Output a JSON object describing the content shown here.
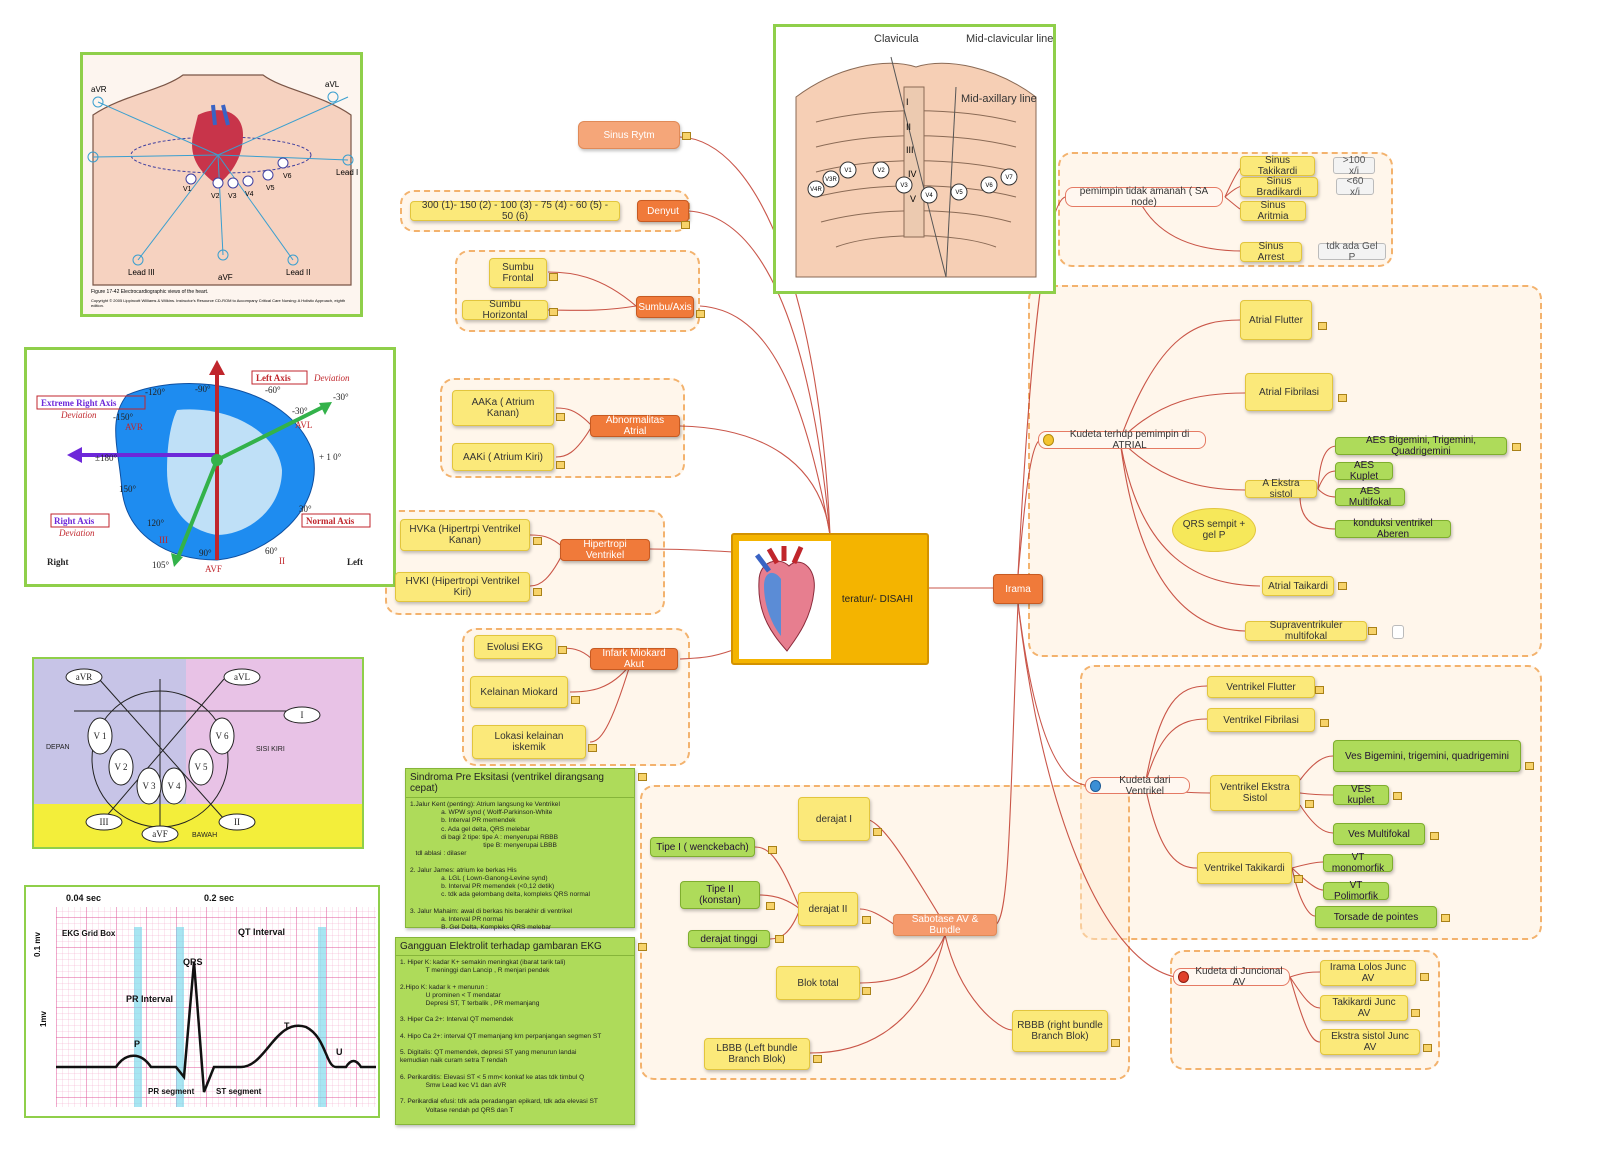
{
  "center": {
    "label": "teratur/- DISAHI"
  },
  "irama": "Irama",
  "left": {
    "sinus": "Sinus Rytm",
    "denyut": {
      "label": "Denyut",
      "value": "300 (1)- 150 (2) - 100 (3) - 75 (4) - 60 (5) - 50 (6)"
    },
    "sumbu": {
      "label": "Sumbu/Axis",
      "frontal": "Sumbu Frontal",
      "horizontal": "Sumbu Horizontal"
    },
    "atrial": {
      "label": "Abnormalitas Atrial",
      "kanan": "AAKa ( Atrium Kanan)",
      "kiri": "AAKi ( Atrium Kiri)"
    },
    "hipertropi": {
      "label": "Hipertropi Ventrikel",
      "kanan": "HVKa (Hipertrpi Ventrikel Kanan)",
      "kiri": "HVKI (Hipertropi Ventrikel Kiri)"
    },
    "infark": {
      "label": "Infark Miokard Akut",
      "evolusi": "Evolusi EKG",
      "kelainan": "Kelainan Miokard",
      "lokasi": "Lokasi kelainan iskemik"
    }
  },
  "sindroma": {
    "title": "Sindroma Pre Eksitasi (ventrikel dirangsang cepat)",
    "body": "1.Jalur Kent (penting): Atrium langsung ke Ventrikel\n                 a. WPW synd ( Wolff-Parkinson-White\n                 b. Interval PR memendek\n                 c. Ada gel delta, QRS melebar\n                 di bagi 2 tipe: tipe A : menyerupai RBBB\n                                        tipe B: menyerupai LBBB\n   tdl ablasi : dilaser\n\n2. Jalur James: atrium ke berkas His\n                 a. LGL ( Lown-Ganong-Levine synd)\n                 b. Interval PR memendek (<0,12 detik)\n                 c. tdk ada gelombang delta, kompleks QRS normal\n\n3. Jalur Mahaim: awal di berkas his berakhir di ventrikel\n                 a. Interval PR normal\n                 B. Gel Delta, Kompleks QRS melebar"
  },
  "elektrolit": {
    "title": "Gangguan Elektrolit terhadap gambaran EKG",
    "body": "1. Hiper K: kadar K+ semakin meningkat (ibarat tarik tali)\n              T meninggi dan Lancip , R menjari pendek\n\n2.Hipo K: kadar k + menurun :\n              U prominen < T mendatar\n              Depresi ST, T terbalik , PR memanjang\n\n3. Hiper Ca 2+: Interval QT memendek\n\n4. Hipo Ca 2+: interval QT memanjang krn perpanjangan segmen ST\n\n5. Digitalis: QT memendek, depresi ST yang menurun landai\nkemudian naik curam setra T rendah\n\n6. Perikarditis: Elevasi ST < 5 mm< konkaf ke atas tdk timbul Q\n              Smw Lead kec V1 dan aVR\n\n7. Perikardial efusi: tdk ada peradangan epikard, tdk ada elevasi ST\n              Voltase rendah pd QRS dan T"
  },
  "sa": {
    "label": "pemimpin tidak amanah ( SA node)",
    "takikardi": "Sinus Takikardi",
    "takikardi_val": ">100 x/i",
    "bradikardi": "Sinus Bradikardi",
    "bradikardi_val": "<60 x/i",
    "aritmia": "Sinus Aritmia",
    "arrest": "Sinus Arrest",
    "arrest_val": "tdk ada Gel P"
  },
  "atrial_coup": {
    "label": "Kudeta terhdp pemimpin di ATRIAL",
    "flutter": "Atrial Flutter",
    "fibrilasi": "Atrial Fibrilasi",
    "ekstra": "A Ekstra sistol",
    "callout": "QRS sempit + gel P",
    "aes1": "AES Bigemini, Trigemini, Quadrigemini",
    "aes2": "AES Kuplet",
    "aes3": "AES Multifokal",
    "aes4": "konduksi ventrikel Aberen",
    "takikardi": "Atrial Taikardi",
    "supra": "Supraventrikuler multifokal"
  },
  "ventrikel_coup": {
    "label": "Kudeta dari Ventrikel",
    "flutter": "Ventrikel Flutter",
    "fibrilasi": "Ventrikel Fibrilasi",
    "ekstra": "Ventrikel Ekstra Sistol",
    "ves1": "Ves Bigemini, trigemini, quadrigemini",
    "ves2": "VES kuplet",
    "ves3": "Ves Multifokal",
    "takikardi": "Ventrikel Takikardi",
    "vt1": "VT monomorfik",
    "vt2": "VT Polimorfik",
    "vt3": "Torsade de pointes"
  },
  "junctional": {
    "label": "Kudeta di Juncional AV",
    "j1": "Irama Lolos Junc AV",
    "j2": "Takikardi Junc AV",
    "j3": "Ekstra sistol Junc AV"
  },
  "av": {
    "label": "Sabotase AV & Bundle",
    "derajat1": "derajat I",
    "derajat2": "derajat II",
    "tipe1": "Tipe I ( wenckebach)",
    "tipe2": "Tipe II (konstan)",
    "tinggi": "derajat tinggi",
    "total": "Blok total",
    "rbbb": "RBBB (right bundle Branch Blok)",
    "lbbb": "LBBB (Left bundle Branch Blok)"
  },
  "img1": {
    "avr": "aVR",
    "avl": "aVL",
    "leadi": "Lead I",
    "leadii": "Lead II",
    "leadiii": "Lead III",
    "avf": "aVF",
    "v1": "V1",
    "v2": "V2",
    "v3": "V3",
    "v4": "V4",
    "v5": "V5",
    "v6": "V6",
    "caption": "Figure 17-42 Electrocardiographic views of the heart.",
    "copyright": "Copyright © 2005 Lippincott Williams & Wilkins. Instructor's Resource CD-ROM to Accompany Critical Care Nursing: A Holistic Approach, eighth edition."
  },
  "img2": {
    "clavicula": "Clavicula",
    "midclav": "Mid-clavicular line",
    "midax": "Mid-axillary line",
    "r1": "I",
    "r2": "II",
    "r3": "III",
    "r4": "IV",
    "r5": "V",
    "v3r": "V3R",
    "v4r": "V4R",
    "v1": "V1",
    "v2": "V2",
    "v3": "V3",
    "v4": "V4",
    "v5": "V5",
    "v6": "V6",
    "v7": "V7"
  },
  "img3": {
    "la": "Left Axis",
    "ladev": "Deviation",
    "erad": "Extreme Right Axis",
    "eradev": "Deviation",
    "ra": "Right Axis",
    "radev": "Deviation",
    "na": "Normal Axis",
    "right": "Right",
    "left": "Left",
    "m120": "-120°",
    "m90": "-90°",
    "m60": "-60°",
    "m30": "-30°",
    "m30b": "-30°",
    "m150": "-150°",
    "avr": "AVR",
    "avl": "AVL",
    "p0": "+ 1 0°",
    "d180": "±180°",
    "d150": "150°",
    "d120": "120°",
    "iii": "III",
    "d90": "90°",
    "avf": "AVF",
    "d60": "60°",
    "ii": "II",
    "d30": "30°",
    "d105": "105°"
  },
  "img4": {
    "avr": "aVR",
    "avl": "aVL",
    "i": "I",
    "depan": "DEPAN",
    "sisikiri": "SISI KIRI",
    "bawah": "BAWAH",
    "iii": "III",
    "avf": "aVF",
    "ii": "II",
    "v1": "V 1",
    "v2": "V 2",
    "v3": "V 3",
    "v4": "V 4",
    "v5": "V 5",
    "v6": "V 6"
  },
  "img5": {
    "sec04": "0.04 sec",
    "sec2": "0.2 sec",
    "mv01": "0.1 mv",
    "mv1": "1mv",
    "grid": "EKG Grid Box",
    "qt": "QT Interval",
    "qrs": "QRS",
    "pr": "PR Interval",
    "p": "P",
    "t": "T",
    "u": "U",
    "prseg": "PR segment",
    "st": "ST segment"
  },
  "colors": {
    "orange": "#f07a3a",
    "yellow": "#fbe97a",
    "green": "#aedb5a",
    "link": "#c0392b"
  }
}
